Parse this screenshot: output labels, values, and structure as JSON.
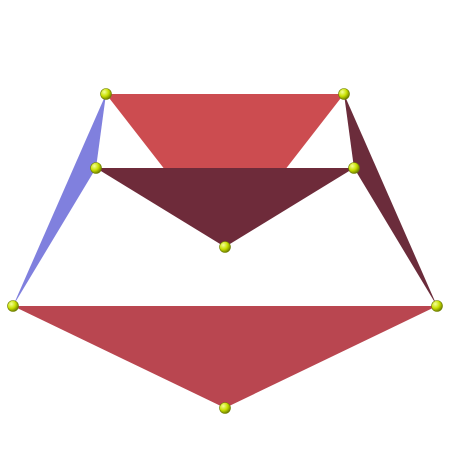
{
  "scene": {
    "background": "#ffffff",
    "vertex_color": "#c8e000",
    "vertex_highlight": "#f4ff9a",
    "vertex_shadow": "#6f7f00",
    "faces": [
      {
        "name": "top-triangle-face",
        "color": "#cc4c50"
      },
      {
        "name": "middle-triangle-face",
        "color": "#6e2b3a"
      },
      {
        "name": "left-sliver-face",
        "color": "#8080de"
      },
      {
        "name": "right-sliver-face",
        "color": "#6b2c3b"
      },
      {
        "name": "bottom-triangle-face",
        "color": "#b94650"
      }
    ],
    "vertices": [
      "vertex-top-left",
      "vertex-top-right",
      "vertex-middle-left",
      "vertex-middle-right",
      "vertex-middle-bottom",
      "vertex-far-left",
      "vertex-far-right",
      "vertex-bottom"
    ]
  }
}
